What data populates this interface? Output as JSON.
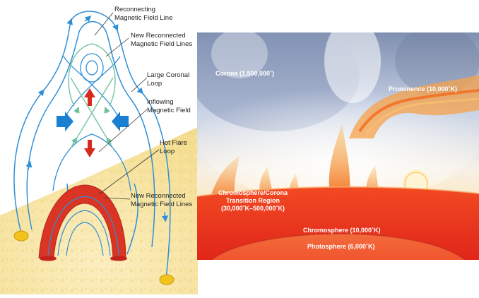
{
  "flare_diagram": {
    "labels": {
      "reconnecting_line": "Reconnecting\nMagnetic Field Line",
      "new_reconnected_top": "New Reconnected\nMagnetic Field Lines",
      "large_coronal_loop": "Large Coronal\nLoop",
      "inflowing_field": "Inflowing\nMagnetic Field",
      "hot_flare_loop": "Hot Flare\nLoop",
      "new_reconnected_bottom": "New Reconnected\nMagnetic Field Lines"
    },
    "colors": {
      "field_line": "#2f8fd6",
      "reconnected_line": "#7cc5a6",
      "flare_loop": "#d93424",
      "arrow_red": "#d62a1f",
      "arrow_blue": "#1a7fd1",
      "sun_surface": "#f7e6a6",
      "footpoint": "#f2c21d"
    }
  },
  "solar_atmosphere": {
    "labels": {
      "corona": "Corona (1,500,000˚)",
      "prominence": "Prominence (10,000˚K)",
      "transition_region": "Chromosphere/Corona\nTransition Region\n(30,000˚K–500,000˚K)",
      "chromosphere": "Chromosphere (10,000˚K)",
      "photosphere": "Photosphere (6,000˚K)"
    },
    "colors": {
      "corona_sky": "#9aa9c6",
      "chromosphere": "#e8301d",
      "photosphere": "#f0512d"
    }
  }
}
